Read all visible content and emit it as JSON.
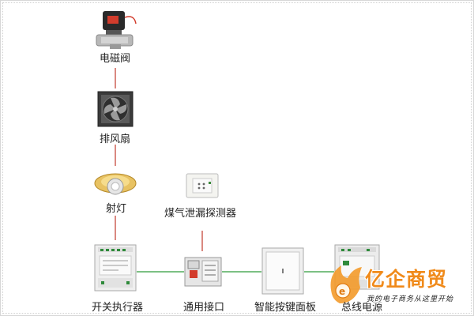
{
  "devices": {
    "solenoid_valve": "电磁阀",
    "exhaust_fan": "排风扇",
    "spotlight": "射灯",
    "gas_detector": "煤气泄漏探测器",
    "switch_actuator": "开关执行器",
    "universal_interface": "通用接口",
    "smart_button_panel": "智能按键面板",
    "bus_power": "总线电源"
  },
  "watermark": {
    "brand": "亿企商贸",
    "slogan": "我的电子商务从这里开始"
  },
  "colors": {
    "vertical_link": "#c0392b",
    "bus_link": "#2e9a3a",
    "watermark_orange": "#f08a1a"
  }
}
